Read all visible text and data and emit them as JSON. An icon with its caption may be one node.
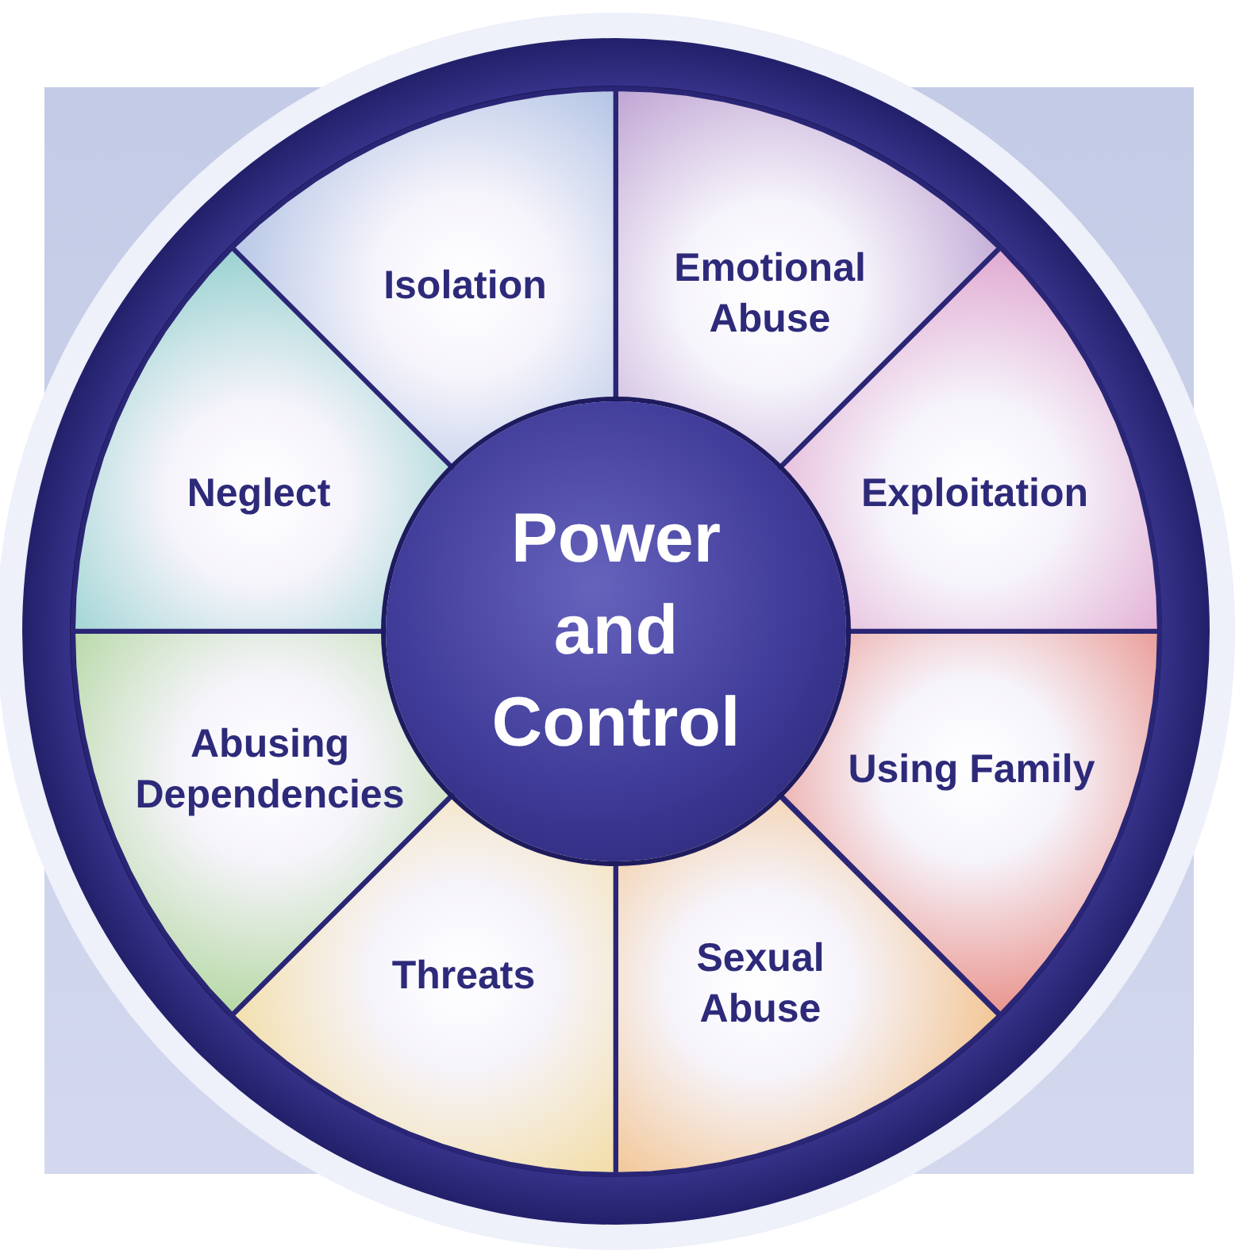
{
  "diagram": {
    "nodes": [
      {
        "text": [
          "Power and Control"
        ]
      },
      {
        "text": [
          "Isolation"
        ]
      },
      {
        "text": [
          "Emotional Abuse"
        ]
      },
      {
        "text": [
          "Exploitation"
        ]
      },
      {
        "text": [
          "Using Family"
        ]
      },
      {
        "text": [
          "Sexual Abuse"
        ]
      },
      {
        "text": [
          "Threats"
        ]
      },
      {
        "text": [
          "Abusing Dependencies"
        ]
      },
      {
        "text": [
          "Neglect"
        ]
      }
    ]
  }
}
